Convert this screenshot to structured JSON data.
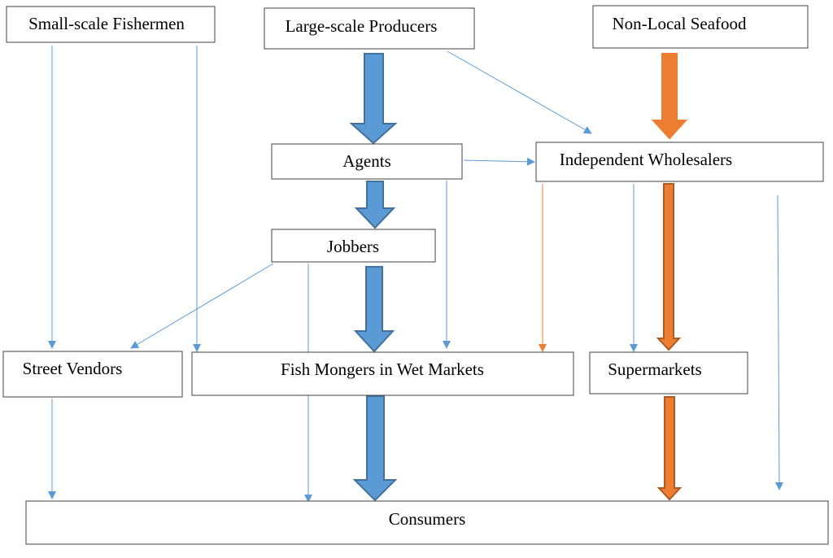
{
  "colors": {
    "blue_fill": "#5B9BD5",
    "blue_stroke": "#41719C",
    "orange_fill": "#ED7D31",
    "orange_stroke": "#AE5A21",
    "thin_blue": "#5B9BD5",
    "thin_orange": "#ED7D31"
  },
  "nodes": {
    "small_scale_fishermen": "Small-scale Fishermen",
    "large_scale_producers": "Large-scale Producers",
    "non_local_seafood": "Non-Local Seafood",
    "agents": "Agents",
    "independent_wholesalers": "Independent Wholesalers",
    "jobbers": "Jobbers",
    "street_vendors": "Street Vendors",
    "fish_mongers": "Fish Mongers in Wet Markets",
    "supermarkets": "Supermarkets",
    "consumers": "Consumers"
  }
}
